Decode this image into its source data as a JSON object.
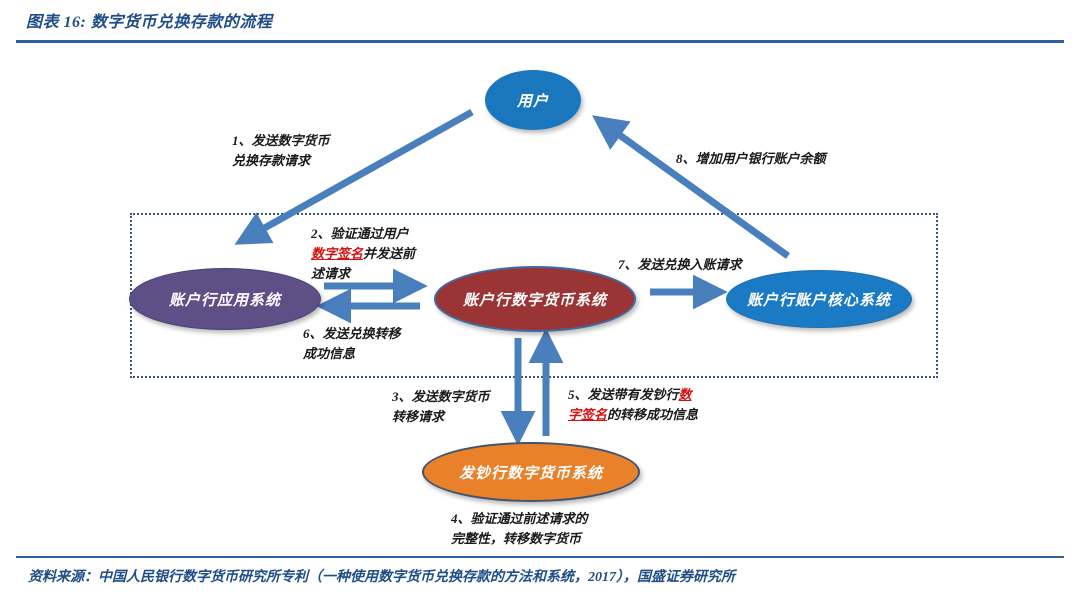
{
  "header": {
    "title": "图表 16: 数字货币兑换存款的流程"
  },
  "footer": {
    "source": "资料来源：中国人民银行数字货币研究所专利（一种使用数字货币兑换存款的方法和系统，2017），国盛证券研究所"
  },
  "diagram": {
    "type": "flowchart",
    "nodes": [
      {
        "id": "user",
        "label": "用户",
        "color": "#1a76bd"
      },
      {
        "id": "bank_app",
        "label": "账户行应用系统",
        "color": "#5c5086"
      },
      {
        "id": "bank_dcep",
        "label": "账户行数字货币系统",
        "color": "#9b3434"
      },
      {
        "id": "bank_core",
        "label": "账户行账户核心系统",
        "color": "#1b7ac4"
      },
      {
        "id": "issuer_dcep",
        "label": "发钞行数字货币系统",
        "color": "#e8812a"
      }
    ],
    "edges": [
      {
        "step": "1",
        "from": "user",
        "to": "bank_app",
        "label_lines": [
          [
            {
              "text": "1、发送数字货币",
              "style": "normal"
            }
          ],
          [
            {
              "text": "兑换存款请求",
              "style": "normal"
            }
          ]
        ]
      },
      {
        "step": "2",
        "from": "bank_app",
        "to": "bank_dcep",
        "label_lines": [
          [
            {
              "text": "2、验证通过用户",
              "style": "normal"
            }
          ],
          [
            {
              "text": "数字签名",
              "style": "highlight"
            },
            {
              "text": "并发送前",
              "style": "normal"
            }
          ],
          [
            {
              "text": "述请求",
              "style": "normal"
            }
          ]
        ]
      },
      {
        "step": "3",
        "from": "bank_dcep",
        "to": "issuer_dcep",
        "label_lines": [
          [
            {
              "text": "3、发送数字货币",
              "style": "normal"
            }
          ],
          [
            {
              "text": "转移请求",
              "style": "normal"
            }
          ]
        ]
      },
      {
        "step": "4",
        "from": "issuer_dcep",
        "to": "issuer_dcep",
        "label_lines": [
          [
            {
              "text": "4、验证通过前述请求的",
              "style": "normal"
            }
          ],
          [
            {
              "text": "完整性，转移数字货币",
              "style": "normal"
            }
          ]
        ]
      },
      {
        "step": "5",
        "from": "issuer_dcep",
        "to": "bank_dcep",
        "label_lines": [
          [
            {
              "text": "5、发送带有发钞行",
              "style": "normal"
            },
            {
              "text": "数",
              "style": "highlight"
            }
          ],
          [
            {
              "text": "字签名",
              "style": "highlight"
            },
            {
              "text": "的转移成功信息",
              "style": "normal"
            }
          ]
        ]
      },
      {
        "step": "6",
        "from": "bank_dcep",
        "to": "bank_app",
        "label_lines": [
          [
            {
              "text": "6、发送兑换转移",
              "style": "normal"
            }
          ],
          [
            {
              "text": "成功信息",
              "style": "normal"
            }
          ]
        ]
      },
      {
        "step": "7",
        "from": "bank_dcep",
        "to": "bank_core",
        "label_lines": [
          [
            {
              "text": "7、发送兑换入账请求",
              "style": "normal"
            }
          ]
        ]
      },
      {
        "step": "8",
        "from": "bank_core",
        "to": "user",
        "label_lines": [
          [
            {
              "text": "8、增加用户银行账户余额",
              "style": "normal"
            }
          ]
        ]
      }
    ],
    "colors": {
      "accent": "#2e5f9e",
      "title": "#1f4e87",
      "arrow": "#4a7fbd",
      "highlight": "#d81010",
      "boundary": "#3d5573"
    }
  }
}
